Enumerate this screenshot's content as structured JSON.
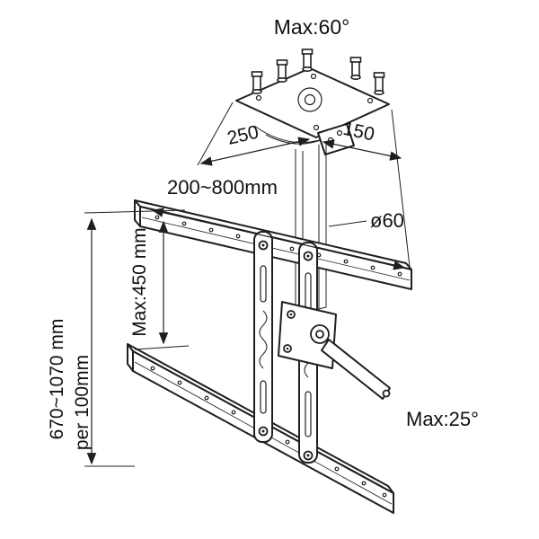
{
  "diagram": {
    "colors": {
      "line": "#1f1f1f",
      "text": "#111111",
      "background": "#ffffff"
    },
    "labels": {
      "max_swivel": "Max:60°",
      "plate_depth_mm": "250",
      "plate_width_mm": "150",
      "rail_width_range": "200~800mm",
      "pole_diameter": "ø60",
      "max_bracket_height": "Max:450 mm",
      "height_range": "670~1070 mm",
      "height_increment": "per 100mm",
      "max_tilt": "Max:25°"
    }
  }
}
